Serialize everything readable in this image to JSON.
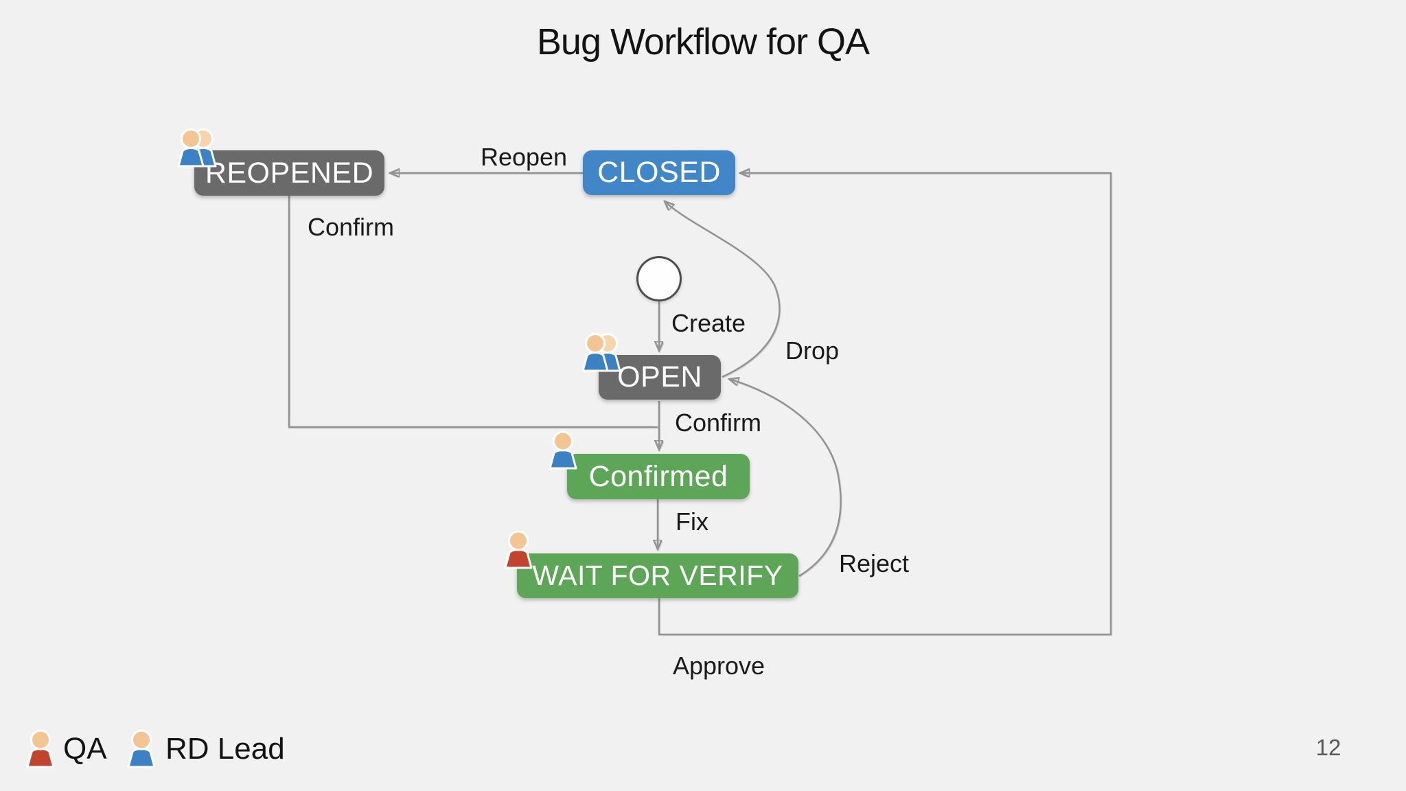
{
  "title": "Bug Workflow for QA",
  "page_number": "12",
  "states": {
    "reopened": {
      "label": "REOPENED",
      "color": "#6a6a6a",
      "assignee_icon": "two-person-icon"
    },
    "closed": {
      "label": "CLOSED",
      "color": "#4187c7",
      "assignee_icon": null
    },
    "open": {
      "label": "OPEN",
      "color": "#6a6a6a",
      "assignee_icon": "two-person-icon"
    },
    "confirmed": {
      "label": "Confirmed",
      "color": "#5ea657",
      "assignee_icon": "rd-lead-person-icon"
    },
    "wait_for_verify": {
      "label": "WAIT FOR VERIFY",
      "color": "#5ea657",
      "assignee_icon": "qa-person-icon"
    }
  },
  "start_node": {
    "shape": "circle",
    "fill": "#fefefe",
    "stroke": "#4d4d4d"
  },
  "transitions": {
    "reopen": {
      "label": "Reopen",
      "from": "closed",
      "to": "reopened"
    },
    "confirm_reopened": {
      "label": "Confirm",
      "from": "reopened",
      "to": "confirmed"
    },
    "create": {
      "label": "Create",
      "from": "start",
      "to": "open"
    },
    "drop": {
      "label": "Drop",
      "from": "open",
      "to": "closed"
    },
    "confirm_open": {
      "label": "Confirm",
      "from": "open",
      "to": "confirmed"
    },
    "fix": {
      "label": "Fix",
      "from": "confirmed",
      "to": "wait_for_verify"
    },
    "reject": {
      "label": "Reject",
      "from": "wait_for_verify",
      "to": "open"
    },
    "approve": {
      "label": "Approve",
      "from": "wait_for_verify",
      "to": "closed"
    }
  },
  "legend": {
    "items": [
      {
        "icon": "qa-person-icon",
        "label": "QA",
        "body_color": "#c2442e"
      },
      {
        "icon": "rd-lead-person-icon",
        "label": "RD Lead",
        "body_color": "#3c81c3"
      }
    ]
  },
  "colors": {
    "background": "#f2f1f2",
    "line": "#939394",
    "state_text": "#ffffff",
    "label_text": "#1a1a1a",
    "head_tan": "#f3c592",
    "head_tan_light": "#f6d4ac"
  }
}
